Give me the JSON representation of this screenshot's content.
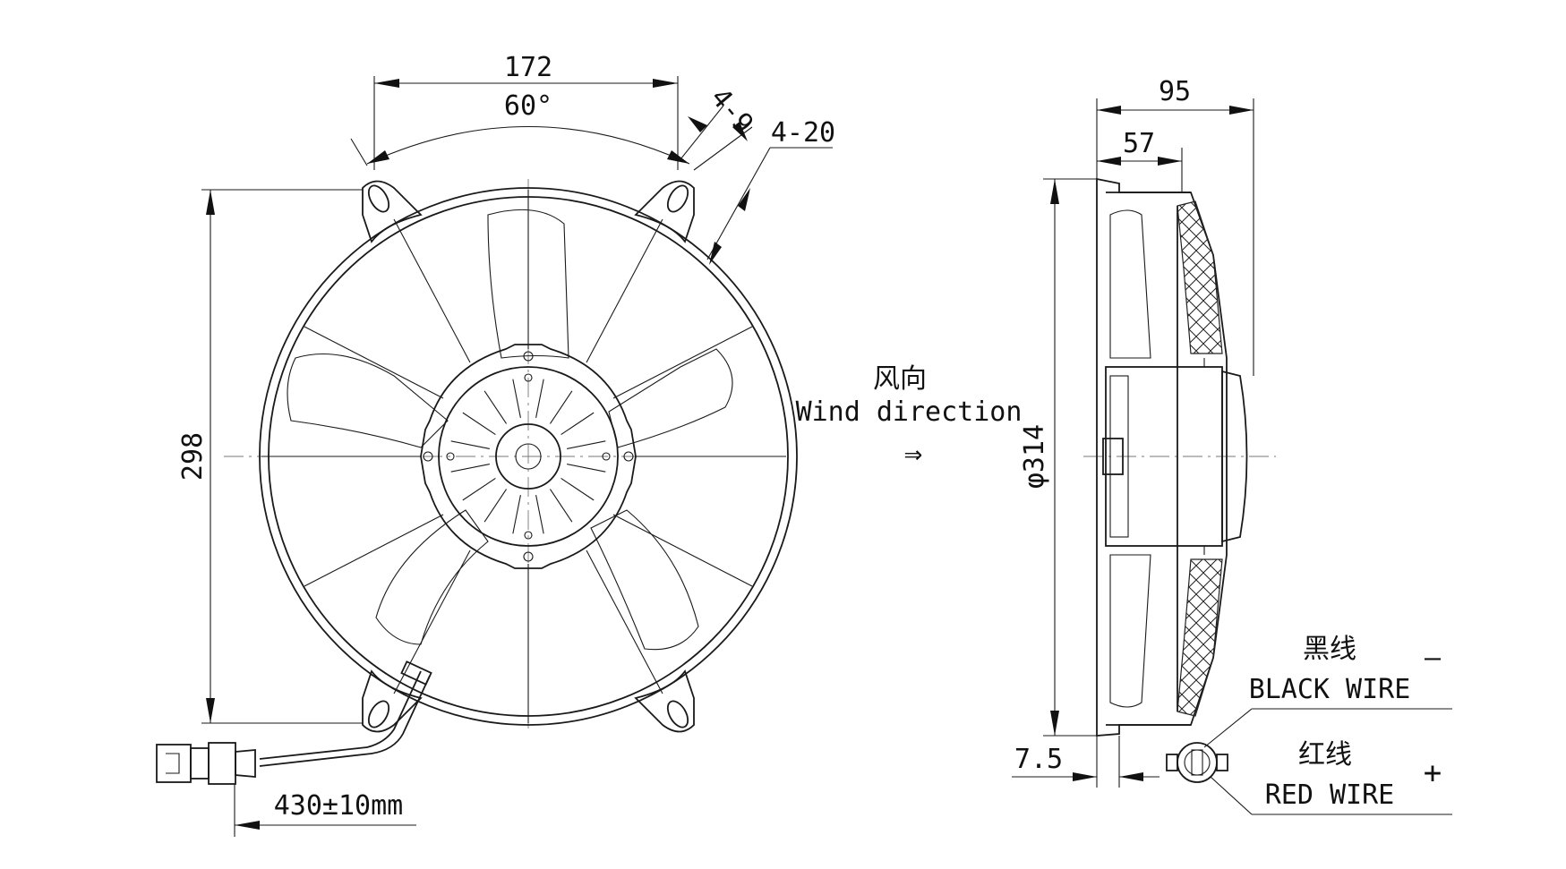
{
  "front_view": {
    "dim_width": "172",
    "dim_angle": "60°",
    "dim_slot": "4-9",
    "dim_holes": "4-20",
    "dim_height": "298",
    "dim_cable": "430±10mm"
  },
  "airflow": {
    "label_cn": "风向",
    "label_en": "Wind direction",
    "arrow_glyph": "⇒"
  },
  "side_view": {
    "dim_depth_total": "95",
    "dim_depth_motor": "57",
    "dim_diameter": "φ314",
    "dim_offset": "7.5"
  },
  "wires": {
    "black_cn": "黑线",
    "black_en": "BLACK WIRE",
    "black_sign": "—",
    "red_cn": "红线",
    "red_en": "RED WIRE",
    "red_sign": "+"
  }
}
